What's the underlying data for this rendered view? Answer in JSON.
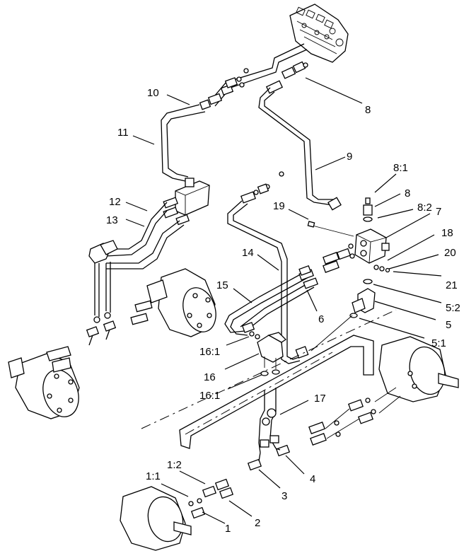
{
  "callouts": [
    {
      "id": "c10",
      "text": "10"
    },
    {
      "id": "c11",
      "text": "11"
    },
    {
      "id": "c12",
      "text": "12"
    },
    {
      "id": "c13",
      "text": "13"
    },
    {
      "id": "c8a",
      "text": "8"
    },
    {
      "id": "c9",
      "text": "9"
    },
    {
      "id": "c8_1",
      "text": "8:1"
    },
    {
      "id": "c8b",
      "text": "8"
    },
    {
      "id": "c8_2",
      "text": "8:2"
    },
    {
      "id": "c19",
      "text": "19"
    },
    {
      "id": "c7",
      "text": "7"
    },
    {
      "id": "c18",
      "text": "18"
    },
    {
      "id": "c20",
      "text": "20"
    },
    {
      "id": "c21",
      "text": "21"
    },
    {
      "id": "c14",
      "text": "14"
    },
    {
      "id": "c15",
      "text": "15"
    },
    {
      "id": "c6",
      "text": "6"
    },
    {
      "id": "c5_2",
      "text": "5:2"
    },
    {
      "id": "c5",
      "text": "5"
    },
    {
      "id": "c5_1",
      "text": "5:1"
    },
    {
      "id": "c16_1a",
      "text": "16:1"
    },
    {
      "id": "c16",
      "text": "16"
    },
    {
      "id": "c16_1b",
      "text": "16:1"
    },
    {
      "id": "c17",
      "text": "17"
    },
    {
      "id": "c1_2",
      "text": "1:2"
    },
    {
      "id": "c1_1",
      "text": "1:1"
    },
    {
      "id": "c4",
      "text": "4"
    },
    {
      "id": "c3",
      "text": "3"
    },
    {
      "id": "c2",
      "text": "2"
    },
    {
      "id": "c1",
      "text": "1"
    }
  ]
}
